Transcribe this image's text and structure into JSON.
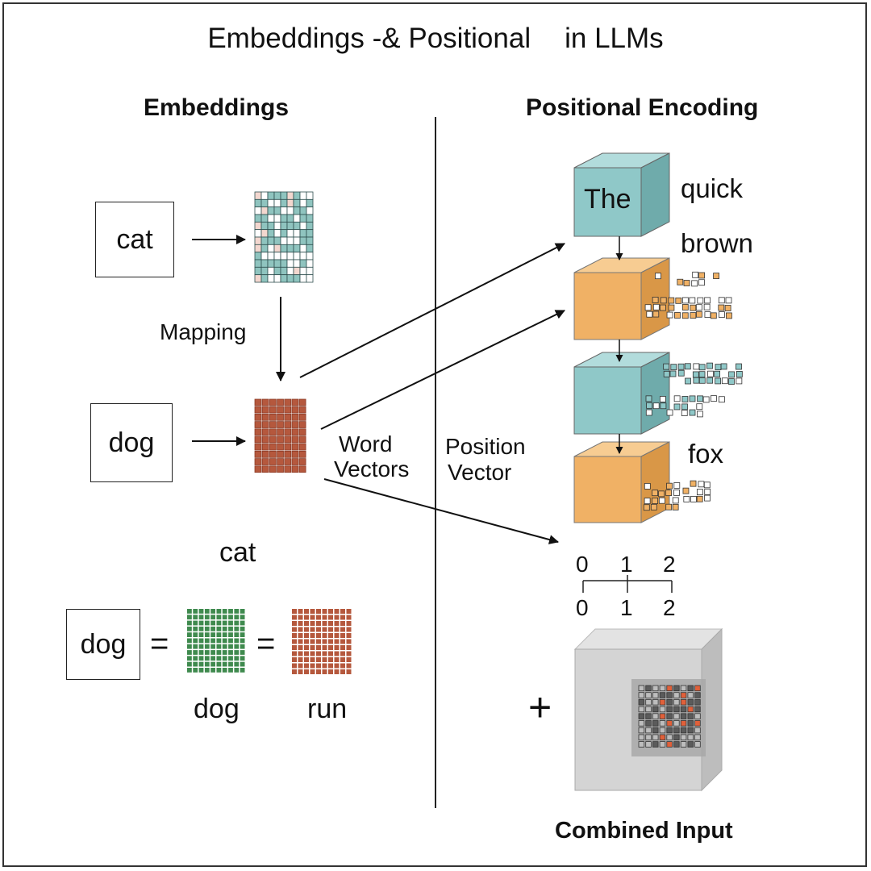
{
  "title": {
    "left": "Embeddings -& Positional",
    "right": "in LLMs"
  },
  "embeddings": {
    "heading": "Embeddings",
    "input_words": [
      "cat",
      "dog"
    ],
    "mapping_label": "Mapping",
    "word_vectors_label": [
      "Word",
      "Vectors"
    ],
    "free_word": "cat",
    "equation": {
      "box_word": "dog",
      "equals_1": "=",
      "equals_2": "=",
      "under_1": "dog",
      "under_2": "run"
    }
  },
  "positional": {
    "heading": "Positional Encoding",
    "position_vector_label": [
      "Position",
      "Vector"
    ],
    "cube_word": "The",
    "side_words": [
      "quick",
      "brown",
      "fox"
    ],
    "index_top": [
      "0",
      "1",
      "2"
    ],
    "index_bottom": [
      "0",
      "1",
      "2"
    ],
    "plus": "+",
    "combined_label": "Combined Input"
  },
  "colors": {
    "teal": "#8fc8c8",
    "orange": "#f0b165",
    "rust": "#b5583d",
    "green": "#3f8a4e",
    "gray": "#cfcfcf"
  }
}
